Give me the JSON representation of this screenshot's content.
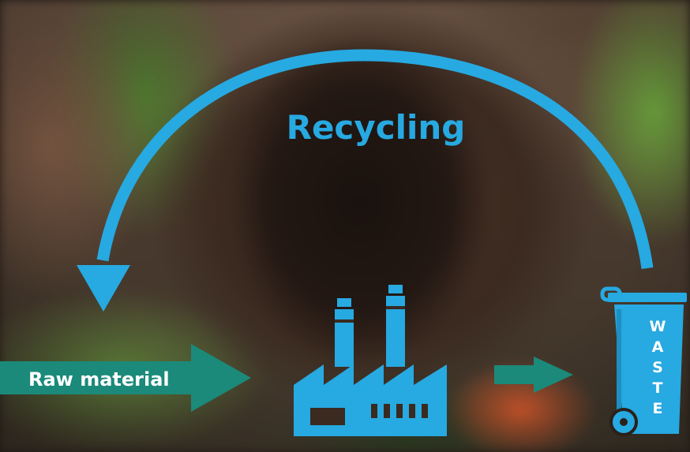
{
  "diagram": {
    "cycle_label": "Recycling",
    "input_label": "Raw material",
    "bin_label": [
      "W",
      "A",
      "S",
      "T",
      "E"
    ],
    "colors": {
      "accent_blue": "#27a9e1",
      "arrow_teal": "#1b8a7a",
      "label_white": "#ffffff"
    },
    "icons": {
      "factory": "factory-icon",
      "bin": "wheelie-bin-icon"
    }
  }
}
